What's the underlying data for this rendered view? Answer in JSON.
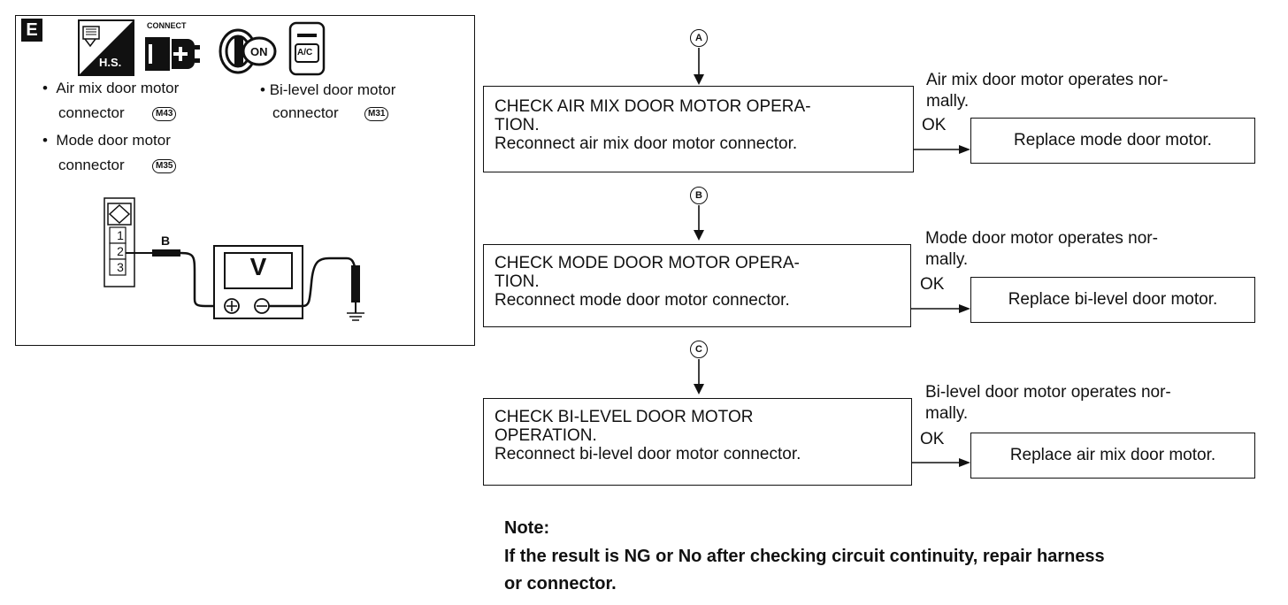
{
  "panel": {
    "step_letter": "E",
    "connect_label": "CONNECT",
    "hs_label": "H.S.",
    "on_label": "ON",
    "ac_label": "A/C",
    "bullets": [
      {
        "line1": "Air mix door motor",
        "line2": "connector",
        "code": "M43"
      },
      {
        "line1": "Mode door motor",
        "line2": "connector",
        "code": "M35"
      },
      {
        "line1": "Bi-level door motor",
        "line2": "connector",
        "code": "M31"
      }
    ],
    "pins": [
      "1",
      "2",
      "3"
    ],
    "wire_label": "B",
    "meter_label": "V"
  },
  "flow": {
    "steps": [
      {
        "marker": "A",
        "check_lines": [
          "CHECK AIR MIX DOOR MOTOR OPERA-",
          "TION.",
          "Reconnect air mix door motor connector."
        ],
        "result_lines": [
          "Air mix door motor operates nor-",
          "mally."
        ],
        "ok_label": "OK",
        "action": "Replace mode door motor."
      },
      {
        "marker": "B",
        "check_lines": [
          "CHECK MODE DOOR MOTOR OPERA-",
          "TION.",
          "Reconnect mode door motor connector."
        ],
        "result_lines": [
          "Mode door motor operates nor-",
          "mally."
        ],
        "ok_label": "OK",
        "action": "Replace bi-level door motor."
      },
      {
        "marker": "C",
        "check_lines": [
          "CHECK BI-LEVEL DOOR MOTOR",
          "OPERATION.",
          "Reconnect bi-level door motor connector."
        ],
        "result_lines": [
          "Bi-level door motor operates nor-",
          "mally."
        ],
        "ok_label": "OK",
        "action": "Replace air mix door motor."
      }
    ]
  },
  "note": {
    "title": "Note:",
    "line1": "If the result is NG or No after checking circuit continuity, repair harness",
    "line2": "or connector."
  }
}
